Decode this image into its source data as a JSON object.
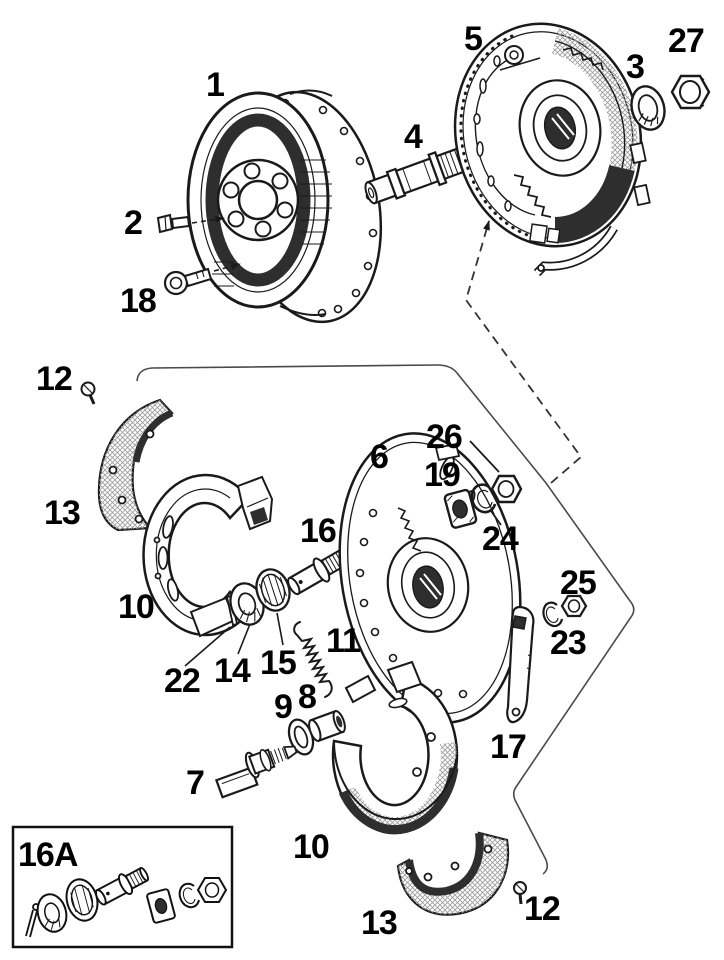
{
  "diagram": {
    "background_color": "#ffffff",
    "line_color": "#1a1a1a",
    "shadow_color": "#2e2e2e",
    "hatch_color": "#9a9a9a",
    "outline_color": "#4a4a4a",
    "label_color": "#000000"
  },
  "callouts": [
    {
      "text": "1"
    },
    {
      "text": "2"
    },
    {
      "text": "18"
    },
    {
      "text": "4"
    },
    {
      "text": "5"
    },
    {
      "text": "3"
    },
    {
      "text": "27"
    },
    {
      "text": "12"
    },
    {
      "text": "13"
    },
    {
      "text": "10"
    },
    {
      "text": "16"
    },
    {
      "text": "6"
    },
    {
      "text": "26"
    },
    {
      "text": "19"
    },
    {
      "text": "24"
    },
    {
      "text": "25"
    },
    {
      "text": "23"
    },
    {
      "text": "17"
    },
    {
      "text": "22"
    },
    {
      "text": "14"
    },
    {
      "text": "15"
    },
    {
      "text": "11"
    },
    {
      "text": "9"
    },
    {
      "text": "8"
    },
    {
      "text": "7"
    },
    {
      "text": "16A"
    },
    {
      "text": "10"
    },
    {
      "text": "13"
    },
    {
      "text": "12"
    }
  ]
}
